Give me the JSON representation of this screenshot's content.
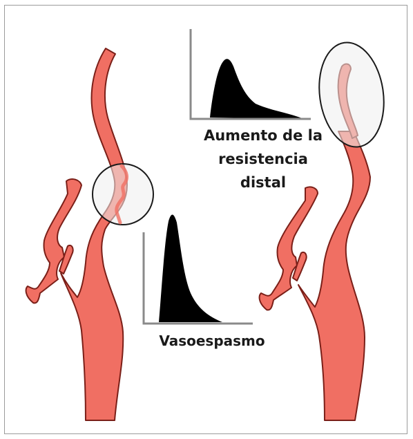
{
  "figure": {
    "labels": {
      "distal_resistance_line1": "Aumento de la",
      "distal_resistance_line2": "resistencia",
      "distal_resistance_line3": "distal",
      "vasospasm": "Vasoespasmo"
    },
    "colors": {
      "vessel_fill": "#f06f63",
      "vessel_stroke": "#7a1f18",
      "waveform_fill": "#000000",
      "axis_color": "#8a8a8a",
      "frame_color": "#9a9a9a",
      "magnifier_fill": "#eeeeee",
      "magnifier_stroke": "#1a1a1a"
    },
    "icons": [
      "left-artery-icon",
      "right-artery-icon",
      "vasospasm-magnifier-icon",
      "distal-magnifier-icon",
      "top-waveform-icon",
      "bottom-waveform-icon"
    ]
  }
}
